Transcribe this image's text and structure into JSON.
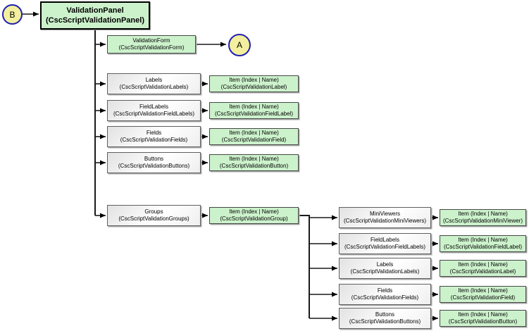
{
  "diagram": {
    "terminals": {
      "b": "B",
      "a": "A"
    },
    "root": {
      "name": "ValidationPanel",
      "class": "(CscScriptValidationPanel)"
    },
    "form": {
      "name": "ValidationForm",
      "class": "(CscScriptValidationForm)"
    },
    "item_label": "Item (Index | Name)",
    "panel_collections": [
      {
        "name": "Labels",
        "class": "(CscScriptValidationLabels)",
        "item": "Item (Index | Name)",
        "item_class": "(CscScriptValidationLabel)"
      },
      {
        "name": "FieldLabels",
        "class": "(CscScriptValidationFieldLabels)",
        "item": "Item (Index | Name)",
        "item_class": "(CscScriptValidationFieldLabel)"
      },
      {
        "name": "Fields",
        "class": "(CscScriptValidationFields)",
        "item": "Item (Index | Name)",
        "item_class": "(CscScriptValidationField)"
      },
      {
        "name": "Buttons",
        "class": "(CscScriptValidationButtons)",
        "item": "Item (Index | Name)",
        "item_class": "(CscScriptValidationButton)"
      },
      {
        "name": "Groups",
        "class": "(CscScriptValidationGroups)",
        "item": "Item (Index | Name)",
        "item_class": "(CscScriptValidationGroup)"
      }
    ],
    "group_collections": [
      {
        "name": "MiniViewers",
        "class": "(CscScriptValidationMiniViewers)",
        "item": "Item (Index | Name)",
        "item_class": "(CscScriptValidationMiniViewer)"
      },
      {
        "name": "FieldLabels",
        "class": "(CscScriptValidationFieldLabels)",
        "item": "Item (Index | Name)",
        "item_class": "(CscScriptValidationFieldLabel)"
      },
      {
        "name": "Labels",
        "class": "(CscScriptValidationLabels)",
        "item": "Item (Index | Name)",
        "item_class": "(CscScriptValidationLabel)"
      },
      {
        "name": "Fields",
        "class": "(CscScriptValidationFields)",
        "item": "Item (Index | Name)",
        "item_class": "(CscScriptValidationField)"
      },
      {
        "name": "Buttons",
        "class": "(CscScriptValidationButtons)",
        "item": "Item (Index | Name)",
        "item_class": "(CscScriptValidationButton)"
      }
    ],
    "colors": {
      "node_green": "#ccf2cc",
      "node_yellow": "#f3ef9e",
      "circle_border_blue": "#2020b0",
      "line_black": "#1a1a1a"
    }
  }
}
